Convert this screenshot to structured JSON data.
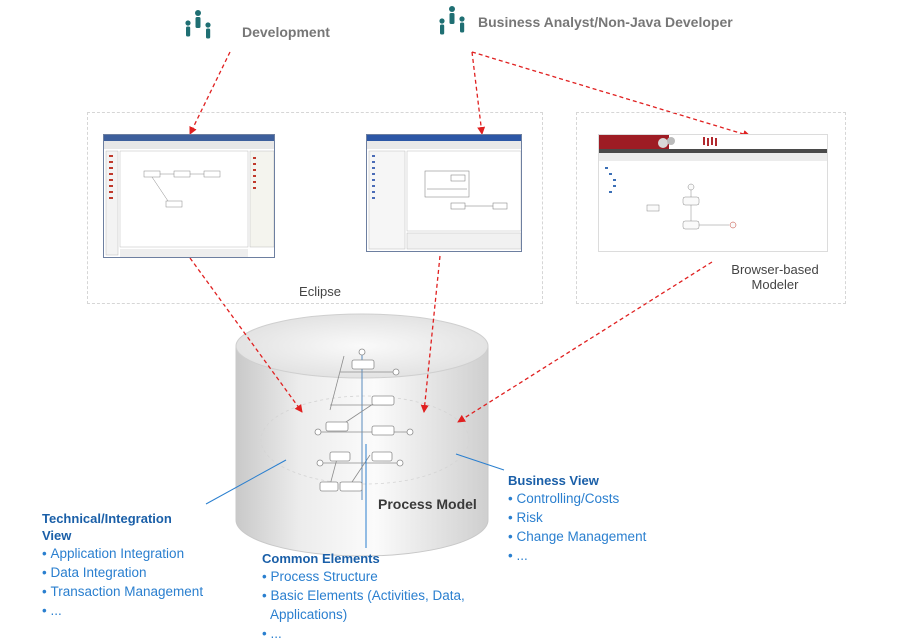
{
  "roles": {
    "development": "Development",
    "business": "Business Analyst/Non-Java Developer"
  },
  "tools": {
    "eclipse_label": "Eclipse",
    "browser_label_line1": "Browser-based",
    "browser_label_line2": "Modeler"
  },
  "repository": {
    "label": "Process Model"
  },
  "views": {
    "technical": {
      "title_line1": "Technical/Integration",
      "title_line2": "View",
      "items": [
        "Application  Integration",
        "Data Integration",
        "Transaction  Management",
        "..."
      ]
    },
    "common": {
      "title": "Common Elements",
      "items": [
        "Process Structure",
        "Basic Elements (Activities,  Data,",
        "Applications)",
        "..."
      ]
    },
    "business": {
      "title": "Business View",
      "items": [
        "Controlling/Costs",
        "Risk",
        "Change Management",
        "..."
      ]
    }
  },
  "colors": {
    "arrow": "#e02020",
    "view_title": "#1a5fa8",
    "view_text": "#2a7fcf",
    "person_icon": "#1f6f73"
  }
}
